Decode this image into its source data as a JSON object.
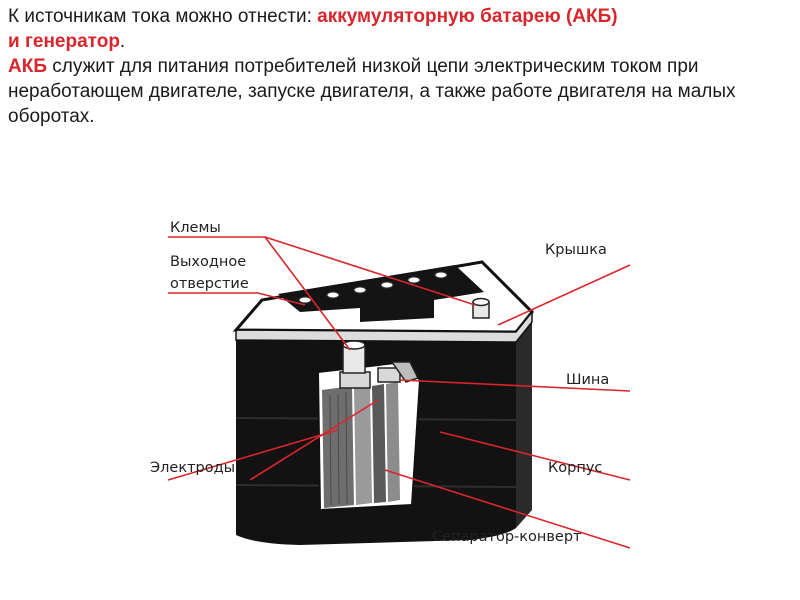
{
  "intro": {
    "line1_prefix": "К источникам тока можно отнести: ",
    "line1_highlight": "аккумуляторную батарею (АКБ)",
    "line2_highlight": "и генератор",
    "line2_suffix": ".",
    "para_highlight": "АКБ",
    "para_text": " служит для питания потребителей низкой цепи электрическим током при неработающем двигателе, запуске двигателя, а также работе двигателя на малых оборотах."
  },
  "labels": {
    "terminals": "Клемы",
    "vent_line1": "Выходное",
    "vent_line2": "отверстие",
    "lid": "Крышка",
    "bus": "Шина",
    "electrodes": "Электроды",
    "case": "Корпус",
    "separator": "Сепаратор-конверт"
  },
  "colors": {
    "accent": "#d9262c",
    "text": "#1a1a1a",
    "battery_body": "#121212",
    "battery_lid": "#ffffff"
  }
}
